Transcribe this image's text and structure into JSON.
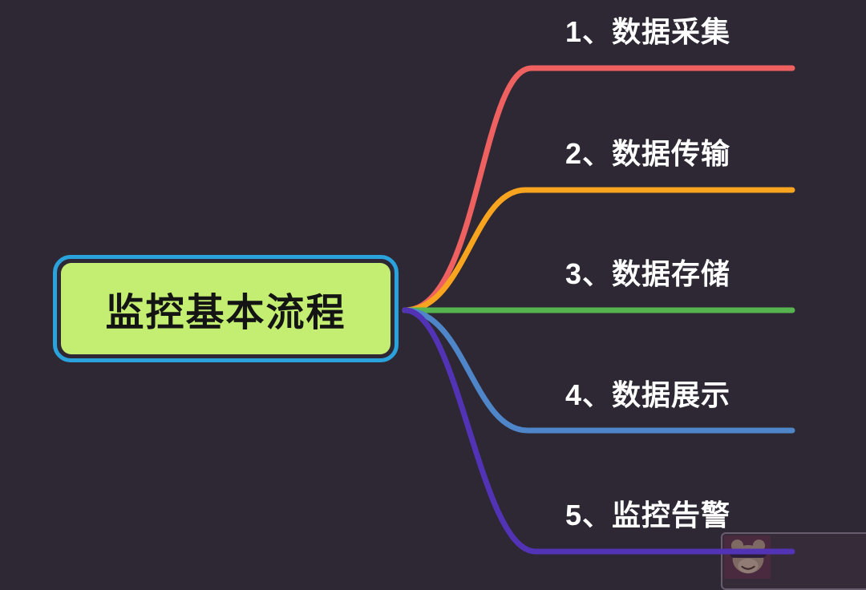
{
  "canvas": {
    "background": "#2e2834"
  },
  "root_node": {
    "label": "监控基本流程",
    "fill_color": "#c3ee71",
    "border_color": "#2aa3dc",
    "text_color": "#141414"
  },
  "branches": [
    {
      "label": "1、数据采集",
      "color": "#ee6160"
    },
    {
      "label": "2、数据传输",
      "color": "#f8a41f"
    },
    {
      "label": "3、数据存储",
      "color": "#55b450"
    },
    {
      "label": "4、数据展示",
      "color": "#4e86c9"
    },
    {
      "label": "5、监控告警",
      "color": "#5233b6"
    }
  ],
  "watermark": {
    "icon": "monkey-with-sunglasses"
  }
}
